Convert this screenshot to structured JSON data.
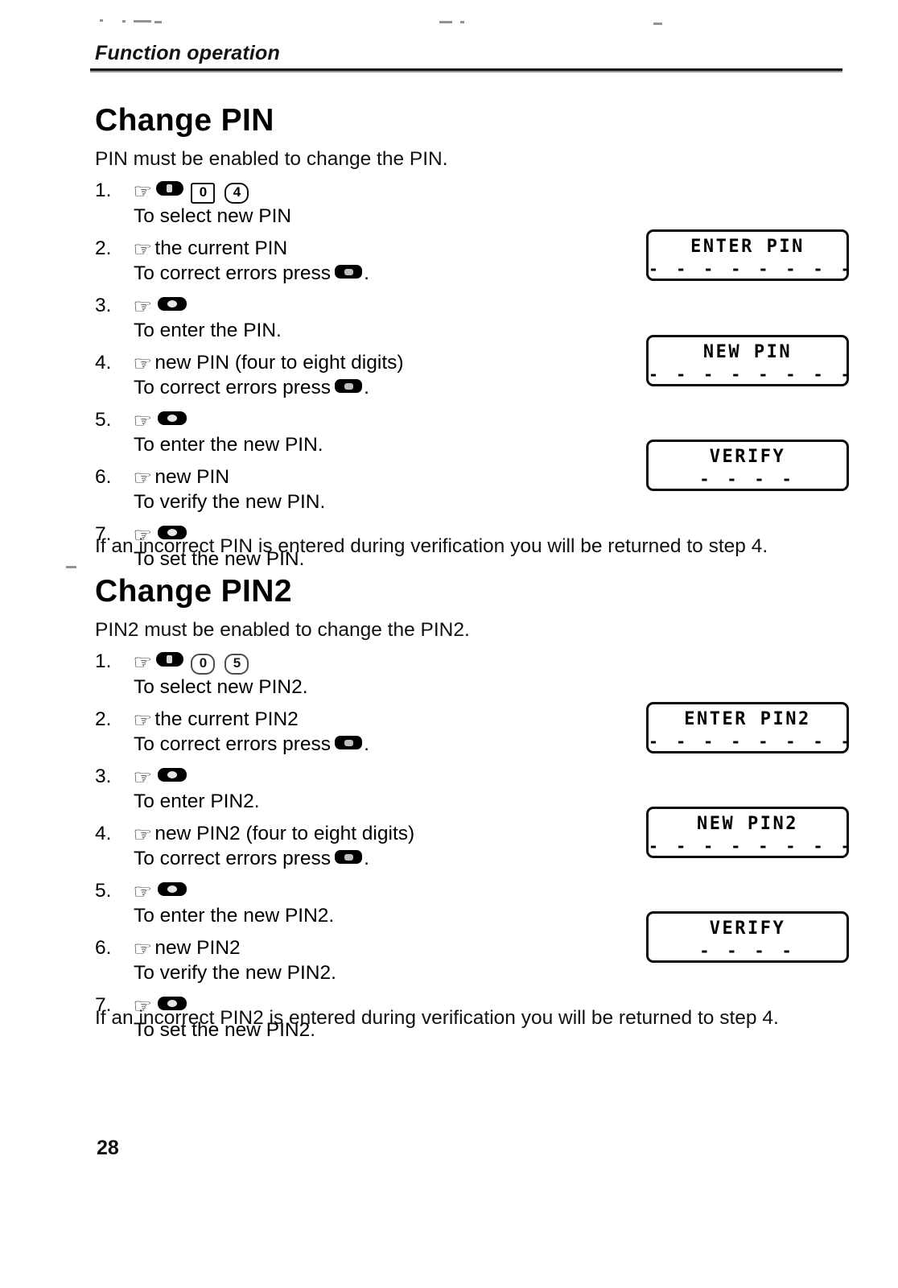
{
  "header": {
    "running_head": "Function operation"
  },
  "sections": [
    {
      "title": "Change PIN",
      "lead": "PIN must be enabled to change the PIN.",
      "steps": [
        {
          "num": "1.",
          "keys": [
            "hand-pointer-icon",
            "menu-key-icon",
            "digit-key-0",
            "digit-key-4"
          ],
          "digits": [
            "0",
            "4"
          ],
          "main": "",
          "sub": "To select new PIN"
        },
        {
          "num": "2.",
          "keys": [
            "hand-pointer-icon"
          ],
          "main": "the current PIN",
          "sub_before": "To correct errors press",
          "sub_key": "clear-key-icon",
          "sub_after": "."
        },
        {
          "num": "3.",
          "keys": [
            "hand-pointer-icon",
            "ok-key-icon"
          ],
          "main": "",
          "sub": "To enter the PIN."
        },
        {
          "num": "4.",
          "keys": [
            "hand-pointer-icon"
          ],
          "main": "new PIN (four to eight digits)",
          "sub_before": "To correct errors press",
          "sub_key": "clear-key-icon",
          "sub_after": "."
        },
        {
          "num": "5.",
          "keys": [
            "hand-pointer-icon",
            "ok-key-icon"
          ],
          "main": "",
          "sub": "To enter the new PIN."
        },
        {
          "num": "6.",
          "keys": [
            "hand-pointer-icon"
          ],
          "main": "new PIN",
          "sub": "To verify the new PIN."
        },
        {
          "num": "7.",
          "keys": [
            "hand-pointer-icon",
            "ok-key-icon"
          ],
          "main": "",
          "sub": "To set the new PIN."
        }
      ],
      "closing": "If an incorrect PIN is entered during verification you will be returned to step 4.",
      "displays": [
        {
          "line1": "ENTER PIN",
          "line2": "- - - - - - - -"
        },
        {
          "line1": "NEW PIN",
          "line2": "- - - - - - - -"
        },
        {
          "line1": "VERIFY",
          "line2": "- - - -"
        }
      ]
    },
    {
      "title": "Change PIN2",
      "lead": "PIN2 must be enabled to change the PIN2.",
      "steps": [
        {
          "num": "1.",
          "keys": [
            "hand-pointer-icon",
            "menu-key-icon",
            "digit-key-0",
            "digit-key-5"
          ],
          "digits": [
            "0",
            "5"
          ],
          "main": "",
          "sub": "To select new PIN2."
        },
        {
          "num": "2.",
          "keys": [
            "hand-pointer-icon"
          ],
          "main": "the current PIN2",
          "sub_before": "To correct errors press",
          "sub_key": "clear-key-icon",
          "sub_after": "."
        },
        {
          "num": "3.",
          "keys": [
            "hand-pointer-icon",
            "ok-key-icon"
          ],
          "main": "",
          "sub": "To enter PIN2."
        },
        {
          "num": "4.",
          "keys": [
            "hand-pointer-icon"
          ],
          "main": "new PIN2 (four to eight digits)",
          "sub_before": "To correct errors press",
          "sub_key": "clear-key-icon",
          "sub_after": "."
        },
        {
          "num": "5.",
          "keys": [
            "hand-pointer-icon",
            "ok-key-icon"
          ],
          "main": "",
          "sub": "To enter the new PIN2."
        },
        {
          "num": "6.",
          "keys": [
            "hand-pointer-icon"
          ],
          "main": "new PIN2",
          "sub": "To verify the new PIN2."
        },
        {
          "num": "7.",
          "keys": [
            "hand-pointer-icon",
            "ok-key-icon"
          ],
          "main": "",
          "sub": "To set the new PIN2."
        }
      ],
      "closing": "If an incorrect PIN2 is entered during verification you will be returned to step 4.",
      "displays": [
        {
          "line1": "ENTER PIN2",
          "line2": "- - - - - - - -"
        },
        {
          "line1": "NEW PIN2",
          "line2": "- - - - - - - -"
        },
        {
          "line1": "VERIFY",
          "line2": "- - - -"
        }
      ]
    }
  ],
  "footer": {
    "page_number": "28"
  },
  "glyphs": {
    "hand_pointer": "☞"
  }
}
